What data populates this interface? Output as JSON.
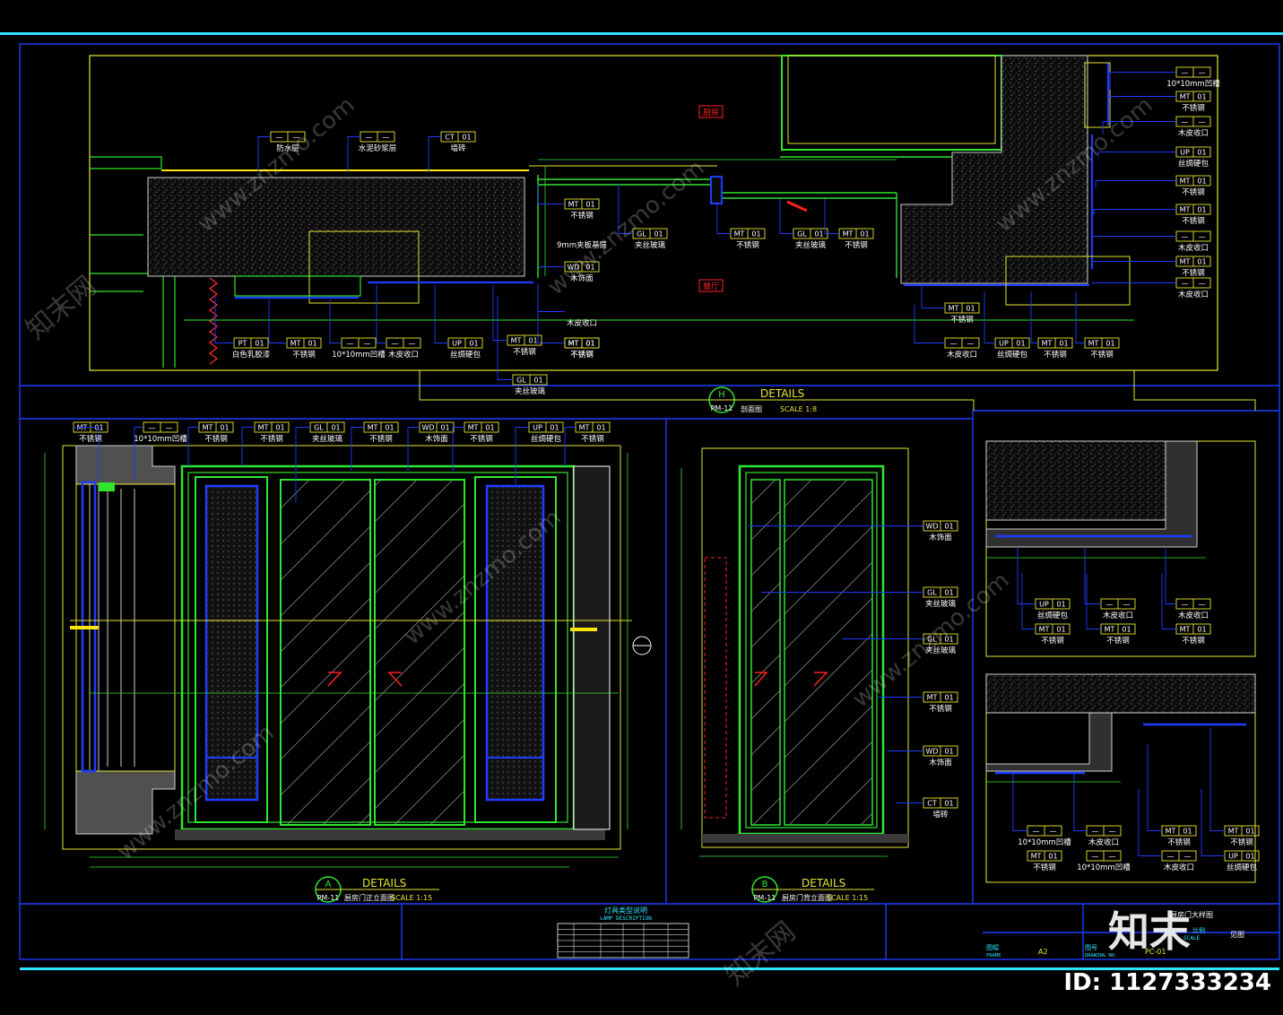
{
  "drawing": {
    "room_tags": {
      "kitchen": "厨房",
      "dining": "餐厅"
    },
    "plan_top_tags": [
      {
        "code": "— —",
        "desc": "防水层"
      },
      {
        "code": "— —",
        "desc": "水泥砂浆层"
      },
      {
        "code": "CT 01",
        "desc": "墙砖"
      }
    ],
    "plan_mid_tags": [
      {
        "code": "MT 01",
        "desc": "不锈钢"
      },
      {
        "code": "",
        "desc": "9mm夹板基层"
      },
      {
        "code": "GL 01",
        "desc": "夹丝玻璃"
      },
      {
        "code": "MT 01",
        "desc": "不锈钢"
      },
      {
        "code": "GL 01",
        "desc": "夹丝玻璃"
      },
      {
        "code": "MT 01",
        "desc": "不锈钢"
      },
      {
        "code": "WD 01",
        "desc": "木饰面"
      },
      {
        "code": "",
        "desc": "木皮收口"
      },
      {
        "code": "MT 01",
        "desc": "不锈钢"
      }
    ],
    "plan_bottom_tags": [
      {
        "code": "PT 01",
        "desc": "白色乳胶漆"
      },
      {
        "code": "MT 01",
        "desc": "不锈钢"
      },
      {
        "code": "— —",
        "desc": "10*10mm凹槽"
      },
      {
        "code": "— —",
        "desc": "木皮收口"
      },
      {
        "code": "UP 01",
        "desc": "丝绸硬包"
      },
      {
        "code": "MT 01",
        "desc": "不锈钢"
      },
      {
        "code": "MT 01",
        "desc": "不锈钢"
      },
      {
        "code": "GL 01",
        "desc": "夹丝玻璃"
      }
    ],
    "plan_right_tags": [
      {
        "code": "— —",
        "desc": "10*10mm凹槽"
      },
      {
        "code": "MT 01",
        "desc": "不锈钢"
      },
      {
        "code": "— —",
        "desc": "木皮收口"
      },
      {
        "code": "UP 01",
        "desc": "丝绸硬包"
      },
      {
        "code": "MT 01",
        "desc": "不锈钢"
      },
      {
        "code": "MT 01",
        "desc": "不锈钢"
      },
      {
        "code": "— —",
        "desc": "木皮收口"
      },
      {
        "code": "MT 01",
        "desc": "不锈钢"
      },
      {
        "code": "— —",
        "desc": "木皮收口"
      }
    ],
    "plan_br_tags": [
      {
        "code": "MT 01",
        "desc": "不锈钢"
      },
      {
        "code": "— —",
        "desc": "木皮收口"
      },
      {
        "code": "UP 01",
        "desc": "丝绸硬包"
      },
      {
        "code": "MT 01",
        "desc": "不锈钢"
      },
      {
        "code": "MT 01",
        "desc": "不锈钢"
      }
    ],
    "detail_h": {
      "num": "H",
      "sheet": "PM-11",
      "title": "DETAILS",
      "subtitle": "剖面图",
      "scale": "SCALE   1:8"
    },
    "detail_a": {
      "num": "A",
      "sheet": "PM-11",
      "title": "DETAILS",
      "subtitle": "厨房门正立面图",
      "scale": "SCALE   1:15"
    },
    "detail_b": {
      "num": "B",
      "sheet": "PM-11",
      "title": "DETAILS",
      "subtitle": "厨房门背立面图",
      "scale": "SCALE   1:15"
    },
    "elev_top_tags": [
      {
        "code": "MT 01",
        "desc": "不锈钢"
      },
      {
        "code": "— —",
        "desc": "10*10mm凹槽"
      },
      {
        "code": "MT 01",
        "desc": "不锈钢"
      },
      {
        "code": "MT 01",
        "desc": "不锈钢"
      },
      {
        "code": "GL 01",
        "desc": "夹丝玻璃"
      },
      {
        "code": "MT 01",
        "desc": "不锈钢"
      },
      {
        "code": "WD 01",
        "desc": "木饰面"
      },
      {
        "code": "MT 01",
        "desc": "不锈钢"
      },
      {
        "code": "UP 01",
        "desc": "丝绸硬包"
      },
      {
        "code": "MT 01",
        "desc": "不锈钢"
      }
    ],
    "elev_b_tags": [
      {
        "code": "WD 01",
        "desc": "木饰面"
      },
      {
        "code": "GL 01",
        "desc": "夹丝玻璃"
      },
      {
        "code": "GL 01",
        "desc": "夹丝玻璃"
      },
      {
        "code": "MT 01",
        "desc": "不锈钢"
      },
      {
        "code": "WD 01",
        "desc": "木饰面"
      },
      {
        "code": "CT 01",
        "desc": "墙砖"
      }
    ],
    "detail1_tags": [
      {
        "code": "UP 01",
        "desc": "丝绸硬包"
      },
      {
        "code": "— —",
        "desc": "木皮收口"
      },
      {
        "code": "— —",
        "desc": "木皮收口"
      },
      {
        "code": "MT 01",
        "desc": "不锈钢"
      },
      {
        "code": "MT 01",
        "desc": "不锈钢"
      },
      {
        "code": "MT 01",
        "desc": "不锈钢"
      }
    ],
    "detail2_tags": [
      {
        "code": "— —",
        "desc": "10*10mm凹槽"
      },
      {
        "code": "— —",
        "desc": "木皮收口"
      },
      {
        "code": "MT 01",
        "desc": "不锈钢"
      },
      {
        "code": "MT 01",
        "desc": "不锈钢"
      },
      {
        "code": "MT 01",
        "desc": "不锈钢"
      },
      {
        "code": "— —",
        "desc": "10*10mm凹槽"
      },
      {
        "code": "— —",
        "desc": "木皮收口"
      },
      {
        "code": "UP 01",
        "desc": "丝绸硬包"
      }
    ]
  },
  "title_block": {
    "lamp_title": "灯具类型说明",
    "lamp_title_en": "LAMP DESCRIPTION",
    "frame_label": "图幅",
    "frame_label_en": "FRAME",
    "frame_value": "A2",
    "drawing_no_label": "图号",
    "drawing_no_label_en": "DRAWING NO.",
    "drawing_no_value": "PC-01",
    "sheet_name": "厨房门大样图",
    "scale_label": "比例",
    "scale_en": "SCALE",
    "scale_value": "见图"
  },
  "watermark": {
    "logo": "知末",
    "id_text": "ID: 1127333234",
    "site": "www.znzmo.com",
    "site_cn": "知末网"
  },
  "colors": {
    "background": "#000000",
    "frame_blue": "#1e3cff",
    "yellow": "#ffff3c",
    "green": "#2fe62f",
    "cyan": "#29e5ff",
    "red": "#ff2020",
    "white": "#ffffff"
  }
}
